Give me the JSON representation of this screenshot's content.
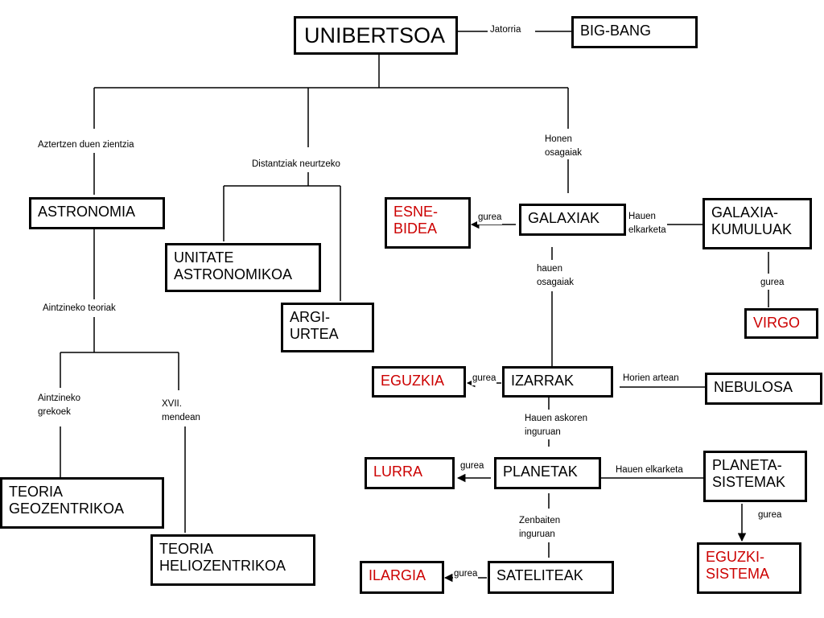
{
  "colors": {
    "line": "#000000",
    "highlight": "#cc0000",
    "text": "#000000"
  },
  "nodes": {
    "unibertsoa": "UNIBERTSOA",
    "big_bang": "BIG-BANG",
    "astronomia": "ASTRONOMIA",
    "unitate_astronomikoa": "UNITATE\nASTRONOMIKOA",
    "argi_urtea": "ARGI-\nURTEA",
    "esne_bidea": "ESNE-\nBIDEA",
    "galaxiak": "GALAXIAK",
    "galaxia_kumuluak": "GALAXIA-\nKUMULUAK",
    "virgo": "VIRGO",
    "eguzkia": "EGUZKIA",
    "izarrak": "IZARRAK",
    "nebulosa": "NEBULOSA",
    "lurra": "LURRA",
    "planetak": "PLANETAK",
    "planeta_sistemak": "PLANETA-\nSISTEMAK",
    "teoria_geozentrikoa": "TEORIA\nGEOZENTRIKOA",
    "teoria_heliozentrikoa": "TEORIA\nHELIOZENTRIKOA",
    "eguzki_sistema": "EGUZKI-\nSISTEMA",
    "ilargia": "ILARGIA",
    "sateliteak": "SATELITEAK"
  },
  "labels": {
    "jatorria": "Jatorria",
    "aztertzen": "Aztertzen duen zientzia",
    "distantziak": "Distantziak neurtzeko",
    "honen_osagaiak": "Honen\nosagaiak",
    "gurea_esne": "gurea",
    "hauen_elkarketa_galaxia": "Hauen\nelkarketa",
    "hauen_osagaiak": "hauen\nosagaiak",
    "gurea_virgo": "gurea",
    "aintzineko_teoriak": "Aintzineko teoriak",
    "gurea_eguzkia": "gurea",
    "horien_artean": "Horien artean",
    "aintzineko_grekoek": "Aintzineko\ngrekoek",
    "xvii_mendean": "XVII.\nmendean",
    "hauen_askoren": "Hauen askoren\ninguruan",
    "gurea_lurra": "gurea",
    "hauen_elkarketa_planeta": "Hauen elkarketa",
    "gurea_eguzki": "gurea",
    "zenbaiten": "Zenbaiten\ninguruan",
    "gurea_ilargia": "gurea"
  }
}
